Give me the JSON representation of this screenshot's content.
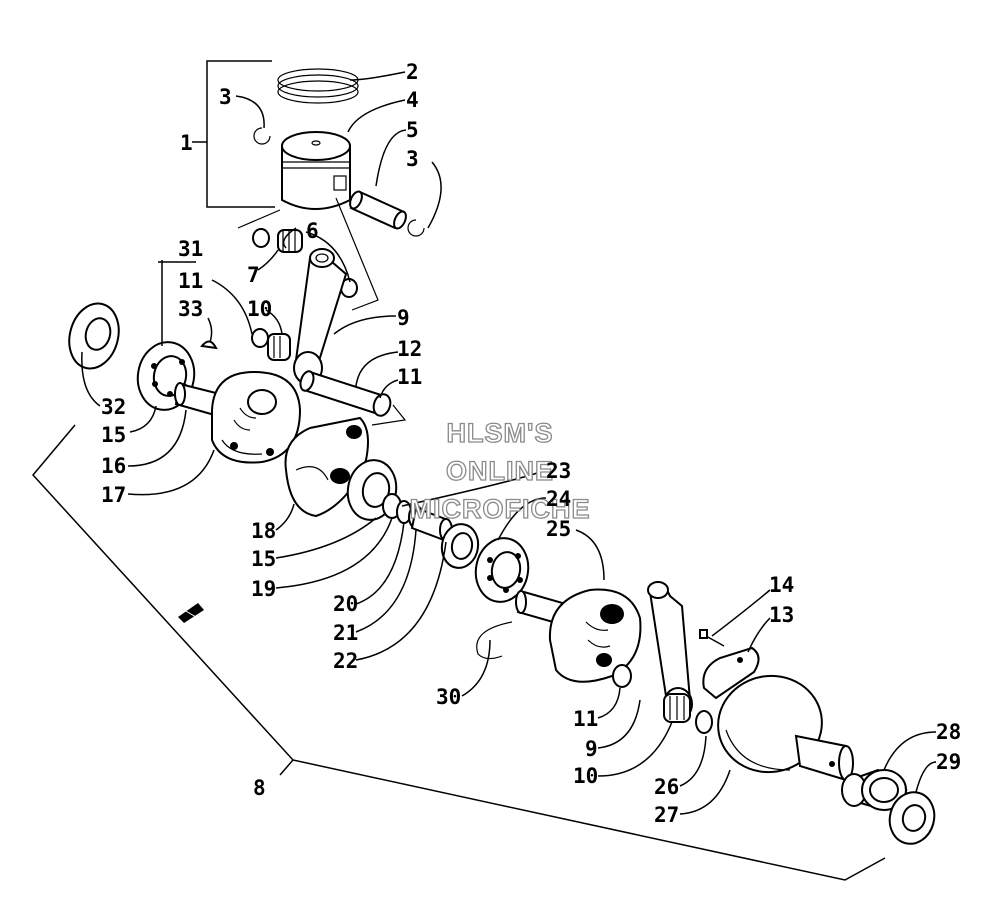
{
  "watermark": {
    "line1": "HLSM'S",
    "line2": "ONLINE",
    "line3": "MICROFICHE"
  },
  "callouts": {
    "c1": "1",
    "c2": "2",
    "c3a": "3",
    "c4": "4",
    "c5": "5",
    "c3b": "3",
    "c6": "6",
    "c7": "7",
    "c31": "31",
    "c11a": "11",
    "c33": "33",
    "c10a": "10",
    "c9a": "9",
    "c12": "12",
    "c11b": "11",
    "c32": "32",
    "c15a": "15",
    "c16": "16",
    "c17": "17",
    "c18": "18",
    "c15b": "15",
    "c19": "19",
    "c23": "23",
    "c24": "24",
    "c25": "25",
    "c20": "20",
    "c21": "21",
    "c22": "22",
    "c14": "14",
    "c13": "13",
    "c30": "30",
    "c11c": "11",
    "c9b": "9",
    "c10b": "10",
    "c26": "26",
    "c27": "27",
    "c28": "28",
    "c29": "29",
    "c8": "8"
  }
}
